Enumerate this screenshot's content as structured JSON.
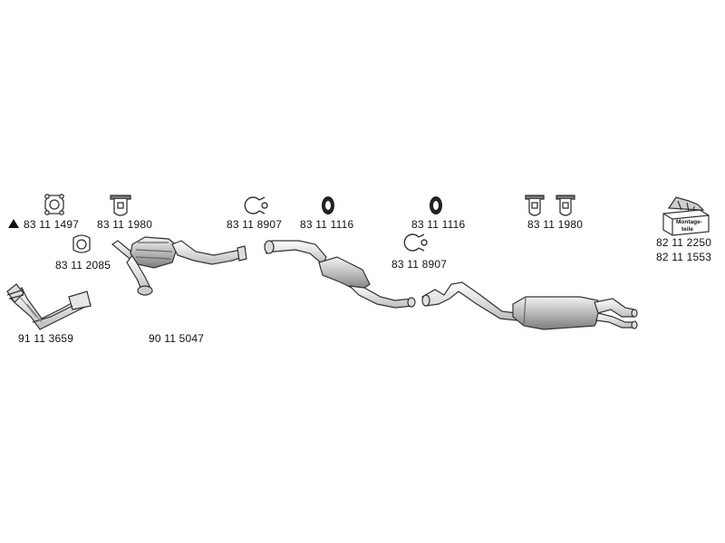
{
  "labels": {
    "clamp_flange": "83 11 1497",
    "hanger_1": "83 11 1980",
    "clamp_1": "83 11 8907",
    "ring_1": "83 11 1116",
    "ring_2": "83 11 1116",
    "hanger_2": "83 11 1980",
    "kit_1": "82 11 2250",
    "kit_2": "82 11 1553",
    "gasket": "83 11 2085",
    "clamp_2": "83 11 8907",
    "front_pipe": "91 11 3659",
    "catalytic_converter": "90 11 5047"
  },
  "kit_box_text": [
    "Montage-",
    "teile"
  ],
  "colors": {
    "line": "#333333",
    "fill_light": "#e6e6e6",
    "fill_mid": "#bdbdbd",
    "fill_dark": "#8a8a8a"
  }
}
